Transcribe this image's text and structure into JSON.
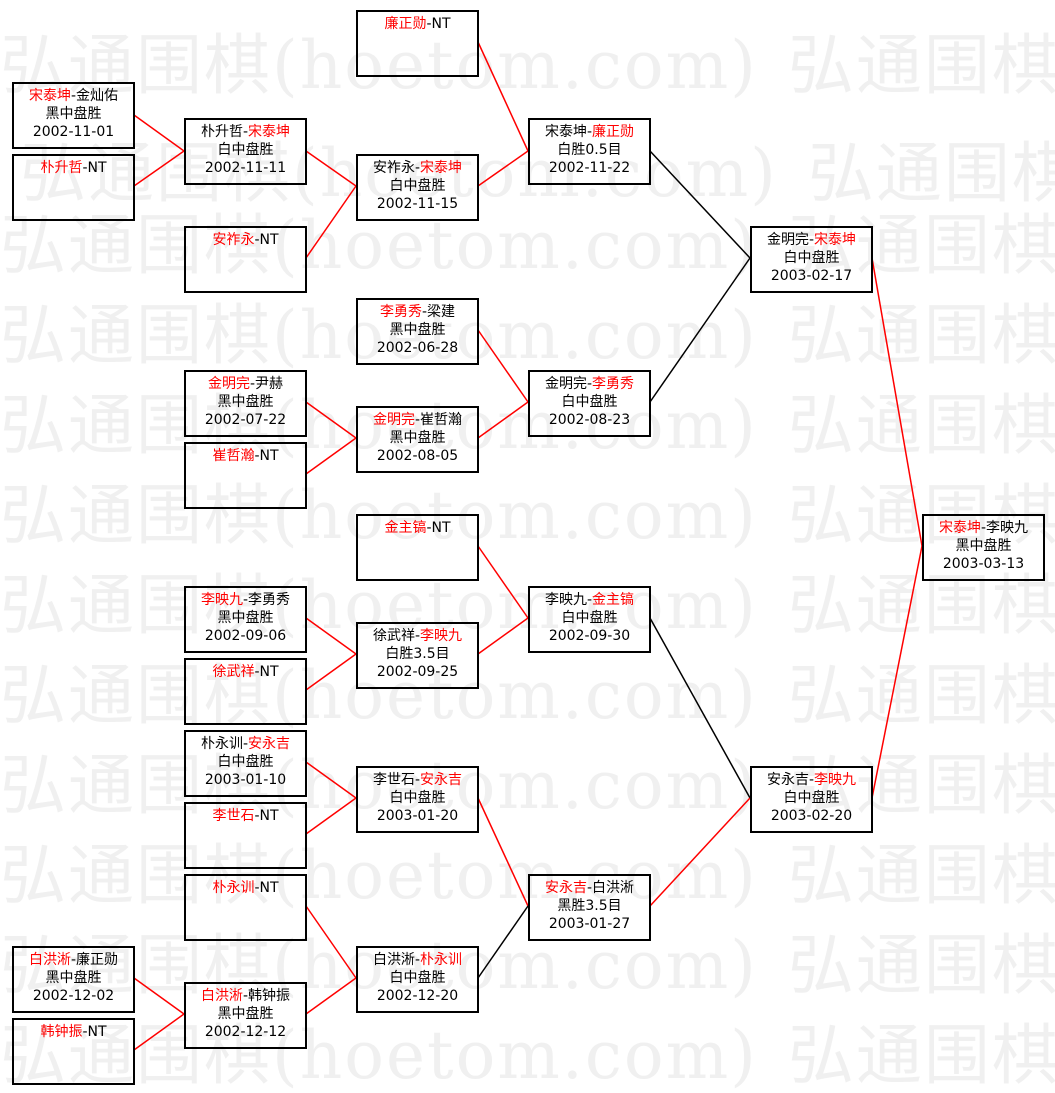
{
  "watermark": "弘通围棋(hoetom.com)",
  "colors": {
    "winner": "#ff0000",
    "loser": "#000000",
    "border": "#000000",
    "watermark": "#f0f0f0"
  },
  "matches": [
    {
      "id": "r1m1",
      "left": {
        "text": "宋泰坤",
        "red": true
      },
      "right": {
        "text": "金灿佑",
        "red": false
      },
      "result": "黑中盘胜",
      "date": "2002-11-01"
    },
    {
      "id": "r1m2",
      "left": {
        "text": "朴升哲",
        "red": true
      },
      "right": {
        "text": "NT",
        "red": false
      },
      "result": "",
      "date": ""
    },
    {
      "id": "r1m3",
      "left": {
        "text": "安祚永",
        "red": true
      },
      "right": {
        "text": "NT",
        "red": false
      },
      "result": "",
      "date": ""
    },
    {
      "id": "r1m4",
      "left": {
        "text": "金明完",
        "red": true
      },
      "right": {
        "text": "尹赫",
        "red": false
      },
      "result": "黑中盘胜",
      "date": "2002-07-22"
    },
    {
      "id": "r1m5",
      "left": {
        "text": "崔哲瀚",
        "red": true
      },
      "right": {
        "text": "NT",
        "red": false
      },
      "result": "",
      "date": ""
    },
    {
      "id": "r1m6",
      "left": {
        "text": "李映九",
        "red": true
      },
      "right": {
        "text": "李勇秀",
        "red": false
      },
      "result": "黑中盘胜",
      "date": "2002-09-06"
    },
    {
      "id": "r1m7",
      "left": {
        "text": "徐武祥",
        "red": true
      },
      "right": {
        "text": "NT",
        "red": false
      },
      "result": "",
      "date": ""
    },
    {
      "id": "r1m8",
      "left": {
        "text": "朴永训",
        "red": false
      },
      "right": {
        "text": "安永吉",
        "red": true
      },
      "result": "白中盘胜",
      "date": "2003-01-10"
    },
    {
      "id": "r1m9",
      "left": {
        "text": "李世石",
        "red": true
      },
      "right": {
        "text": "NT",
        "red": false
      },
      "result": "",
      "date": ""
    },
    {
      "id": "r1m10",
      "left": {
        "text": "朴永训",
        "red": true
      },
      "right": {
        "text": "NT",
        "red": false
      },
      "result": "",
      "date": ""
    },
    {
      "id": "r1m11",
      "left": {
        "text": "白洪淅",
        "red": true
      },
      "right": {
        "text": "廉正勋",
        "red": false
      },
      "result": "黑中盘胜",
      "date": "2002-12-02"
    },
    {
      "id": "r1m12",
      "left": {
        "text": "韩钟振",
        "red": true
      },
      "right": {
        "text": "NT",
        "red": false
      },
      "result": "",
      "date": ""
    },
    {
      "id": "r2m1",
      "left": {
        "text": "朴升哲",
        "red": false
      },
      "right": {
        "text": "宋泰坤",
        "red": true
      },
      "result": "白中盘胜",
      "date": "2002-11-11"
    },
    {
      "id": "r2m2",
      "left": {
        "text": "白洪淅",
        "red": true
      },
      "right": {
        "text": "韩钟振",
        "red": false
      },
      "result": "黑中盘胜",
      "date": "2002-12-12"
    },
    {
      "id": "r3m1",
      "left": {
        "text": "廉正勋",
        "red": true
      },
      "right": {
        "text": "NT",
        "red": false
      },
      "result": "",
      "date": ""
    },
    {
      "id": "r3m2",
      "left": {
        "text": "安祚永",
        "red": false
      },
      "right": {
        "text": "宋泰坤",
        "red": true
      },
      "result": "白中盘胜",
      "date": "2002-11-15"
    },
    {
      "id": "r3m3",
      "left": {
        "text": "李勇秀",
        "red": true
      },
      "right": {
        "text": "梁建",
        "red": false
      },
      "result": "黑中盘胜",
      "date": "2002-06-28"
    },
    {
      "id": "r3m4",
      "left": {
        "text": "金明完",
        "red": true
      },
      "right": {
        "text": "崔哲瀚",
        "red": false
      },
      "result": "黑中盘胜",
      "date": "2002-08-05"
    },
    {
      "id": "r3m5",
      "left": {
        "text": "金主镐",
        "red": true
      },
      "right": {
        "text": "NT",
        "red": false
      },
      "result": "",
      "date": ""
    },
    {
      "id": "r3m6",
      "left": {
        "text": "徐武祥",
        "red": false
      },
      "right": {
        "text": "李映九",
        "red": true
      },
      "result": "白胜3.5目",
      "date": "2002-09-25"
    },
    {
      "id": "r3m7",
      "left": {
        "text": "李世石",
        "red": false
      },
      "right": {
        "text": "安永吉",
        "red": true
      },
      "result": "白中盘胜",
      "date": "2003-01-20"
    },
    {
      "id": "r3m8",
      "left": {
        "text": "白洪淅",
        "red": false
      },
      "right": {
        "text": "朴永训",
        "red": true
      },
      "result": "白中盘胜",
      "date": "2002-12-20"
    },
    {
      "id": "r4m1",
      "left": {
        "text": "宋泰坤",
        "red": false
      },
      "right": {
        "text": "廉正勋",
        "red": true
      },
      "result": "白胜0.5目",
      "date": "2002-11-22"
    },
    {
      "id": "r4m2",
      "left": {
        "text": "金明完",
        "red": false
      },
      "right": {
        "text": "李勇秀",
        "red": true
      },
      "result": "白中盘胜",
      "date": "2002-08-23"
    },
    {
      "id": "r4m3",
      "left": {
        "text": "李映九",
        "red": false
      },
      "right": {
        "text": "金主镐",
        "red": true
      },
      "result": "白中盘胜",
      "date": "2002-09-30"
    },
    {
      "id": "r4m4",
      "left": {
        "text": "安永吉",
        "red": true
      },
      "right": {
        "text": "白洪淅",
        "red": false
      },
      "result": "黑胜3.5目",
      "date": "2003-01-27"
    },
    {
      "id": "r5m1",
      "left": {
        "text": "金明完",
        "red": false
      },
      "right": {
        "text": "宋泰坤",
        "red": true
      },
      "result": "白中盘胜",
      "date": "2003-02-17"
    },
    {
      "id": "r5m2",
      "left": {
        "text": "安永吉",
        "red": false
      },
      "right": {
        "text": "李映九",
        "red": true
      },
      "result": "白中盘胜",
      "date": "2003-02-20"
    },
    {
      "id": "final",
      "left": {
        "text": "宋泰坤",
        "red": true
      },
      "right": {
        "text": "李映九",
        "red": false
      },
      "result": "黑中盘胜",
      "date": "2003-03-13"
    }
  ]
}
